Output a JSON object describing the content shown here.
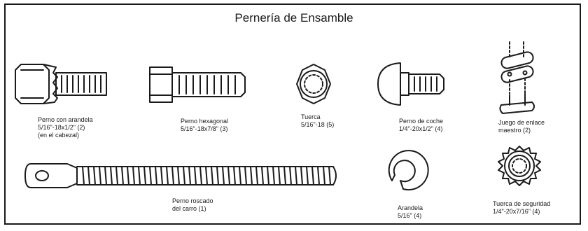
{
  "title": "Pernería de Ensamble",
  "parts": {
    "flange_bolt": {
      "line1": "Perno con arandela",
      "line2": "5/16\"-18x1/2\" (2)",
      "line3": "(en el cabezal)"
    },
    "hex_bolt": {
      "line1": "Perno hexagonal",
      "line2": "5/16\"-18x7/8\" (3)"
    },
    "nut": {
      "line1": "Tuerca",
      "line2": "5/16\"-18 (5)"
    },
    "carriage_bolt": {
      "line1": "Perno de coche",
      "line2": "1/4\"-20x1/2\" (4)"
    },
    "master_link": {
      "line1": "Juego de enlace",
      "line2": "maestro (2)"
    },
    "threaded_rod": {
      "line1": "Perno roscado",
      "line2": "del carro (1)"
    },
    "washer": {
      "line1": "Arandela",
      "line2": "5/16\" (4)"
    },
    "lock_nut": {
      "line1": "Tuerca de seguridad",
      "line2": "1/4\"-20x7/16\" (4)"
    }
  },
  "icons": [
    "flange-bolt-icon",
    "hex-bolt-icon",
    "nut-icon",
    "carriage-bolt-icon",
    "master-link-icon",
    "threaded-rod-icon",
    "washer-icon",
    "lock-nut-icon"
  ]
}
